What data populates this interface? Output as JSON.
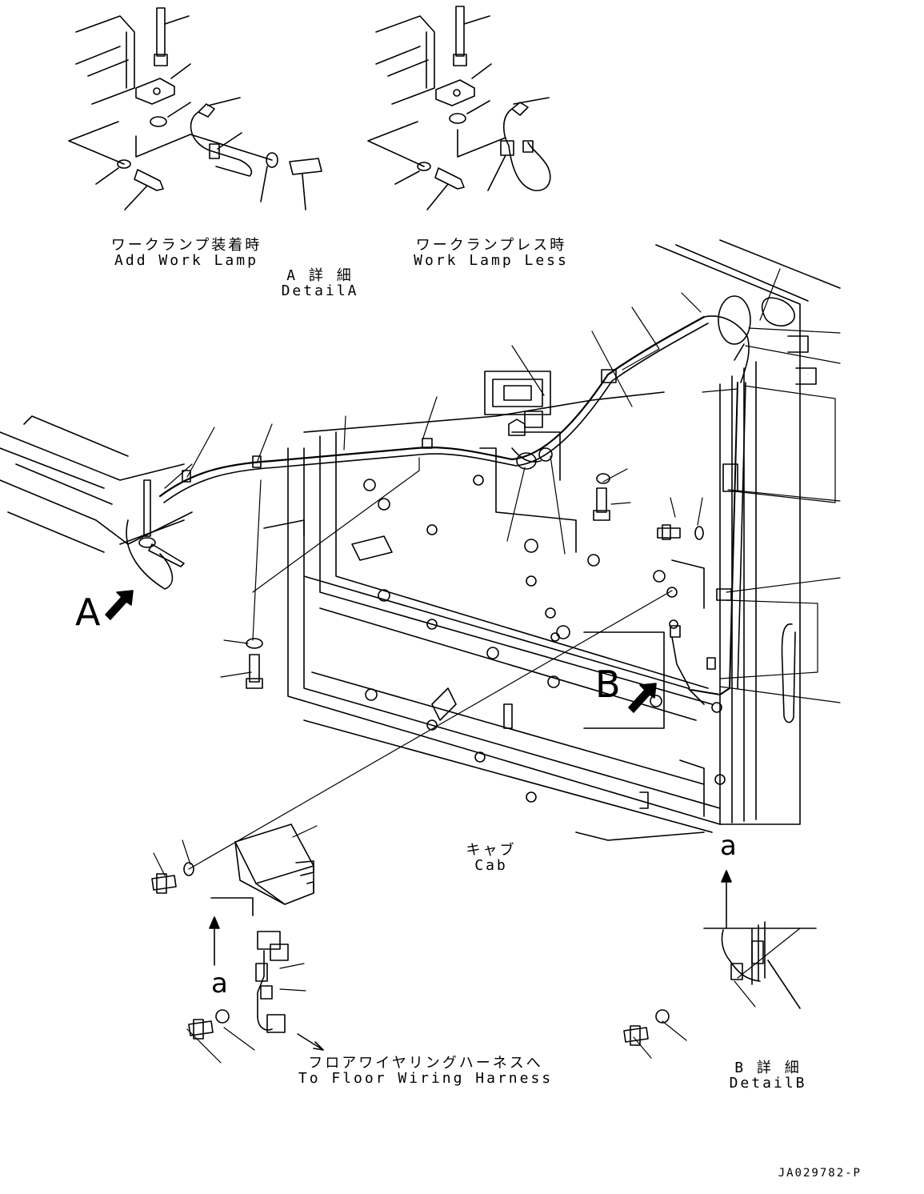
{
  "labels": {
    "add_work_lamp_jp": "ワークランプ装着時",
    "add_work_lamp_en": "Add Work Lamp",
    "work_lamp_less_jp": "ワークランプレス時",
    "work_lamp_less_en": "Work Lamp Less",
    "detail_a_jp": "A 詳 細",
    "detail_a_en": "DetailA",
    "cab_jp": "キャブ",
    "cab_en": "Cab",
    "floor_harness_jp": "フロアワイヤリングハーネスへ",
    "floor_harness_en": "To Floor Wiring Harness",
    "detail_b_jp": "B 詳 細",
    "detail_b_en": "DetailB",
    "view_a": "A",
    "view_b": "B",
    "ref_a_upper": "a",
    "ref_a_lower": "a",
    "drawing_number": "JA029782-P"
  }
}
